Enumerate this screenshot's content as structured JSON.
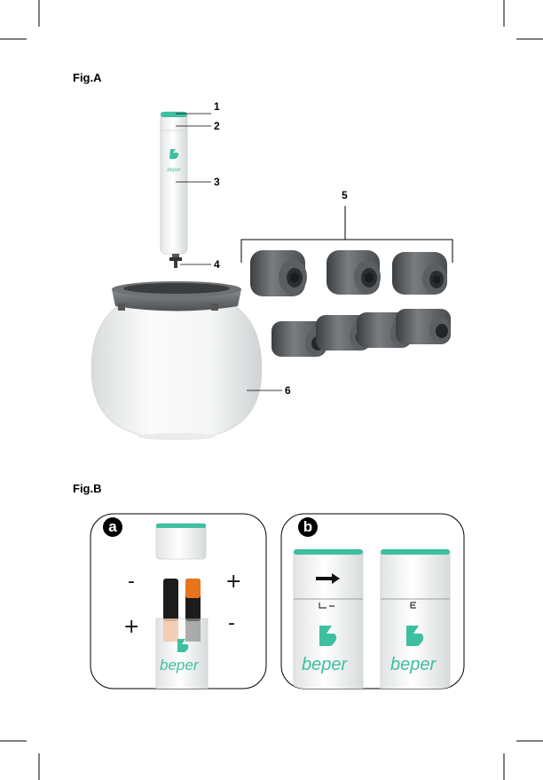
{
  "figures": {
    "a": {
      "title": "Fig.A"
    },
    "b": {
      "title": "Fig.B"
    }
  },
  "callouts": [
    "1",
    "2",
    "3",
    "4",
    "5",
    "6"
  ],
  "panels": {
    "a": {
      "badge": "a",
      "minus_left": "-",
      "plus_right": "+",
      "plus_left": "+",
      "minus_right": "-",
      "brand": "beper"
    },
    "b": {
      "badge": "b",
      "brand_left": "beper",
      "brand_right": "beper"
    }
  },
  "colors": {
    "accent": "#3dbfa0",
    "battery_orange": "#e8741e",
    "battery_black": "#1c1c1c",
    "attachment_grey": "#5a5d60"
  }
}
